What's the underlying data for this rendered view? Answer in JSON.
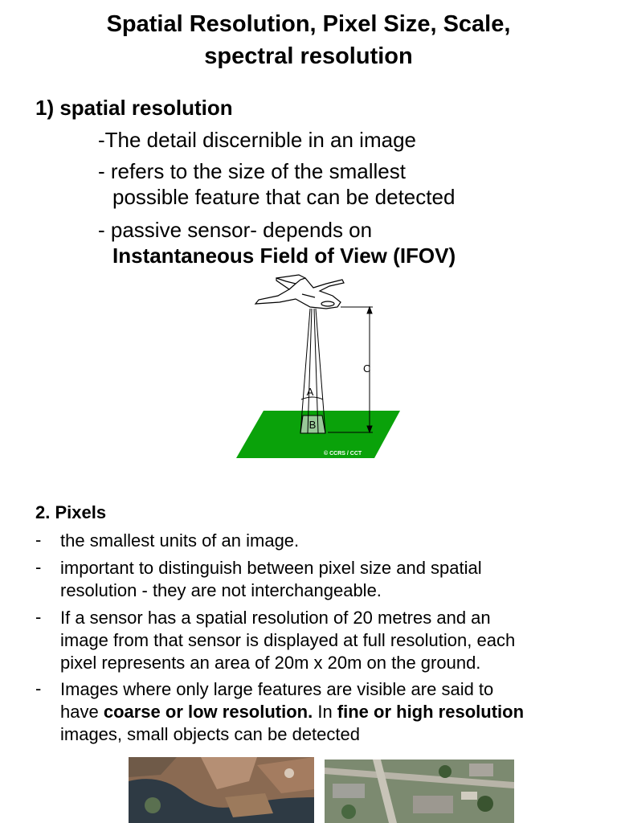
{
  "title": {
    "line1": "Spatial Resolution, Pixel Size, Scale,",
    "line2": "spectral resolution"
  },
  "section1": {
    "heading": "1) spatial resolution",
    "line_detail": "-The detail discernible in an image",
    "line_refers_1": "- refers to the size of the smallest",
    "line_refers_2": "possible feature that can be detected",
    "line_passive": "- passive sensor- depends on",
    "line_ifov": "Instantaneous Field of View",
    "line_ifov_abbr": "(IFOV)"
  },
  "diagram": {
    "label_a": "A",
    "label_b": "B",
    "label_c": "C",
    "copyright": "© CCRS / CCT",
    "colors": {
      "ground": "#0aa20a",
      "pixel": "#98c898",
      "line": "#000000"
    }
  },
  "section2": {
    "heading": "2. Pixels",
    "dash": "-",
    "bullet1": "the smallest units of an image.",
    "bullet2_l1": "important to distinguish between pixel size and spatial",
    "bullet2_l2": "resolution - they are not interchangeable.",
    "bullet3_l1": "If a sensor has a spatial resolution of  20 metres and an",
    "bullet3_l2": "image from that   sensor is displayed at full resolution, each",
    "bullet3_l3": "pixel represents an area of 20m x 20m on the ground.",
    "bullet4_l1": "Images where only large features are visible are said to",
    "bullet4_l2a": "have ",
    "bullet4_l2b": "coarse or low resolution.",
    "bullet4_l2c": " In ",
    "bullet4_l2d": "fine or high resolution",
    "bullet4_l3": "images, small objects can be detected"
  }
}
